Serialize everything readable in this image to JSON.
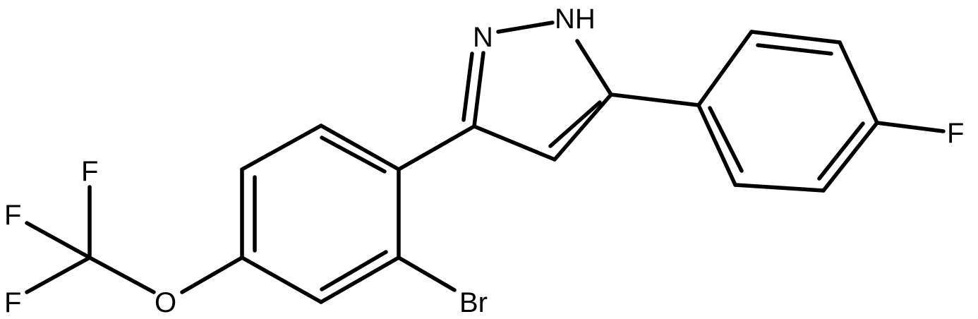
{
  "structure": {
    "atoms": {
      "n2": "N",
      "n1h": "NH",
      "f_aryl": "F",
      "br": "Br",
      "o": "O",
      "f1": "F",
      "f2": "F",
      "f3": "F"
    }
  }
}
